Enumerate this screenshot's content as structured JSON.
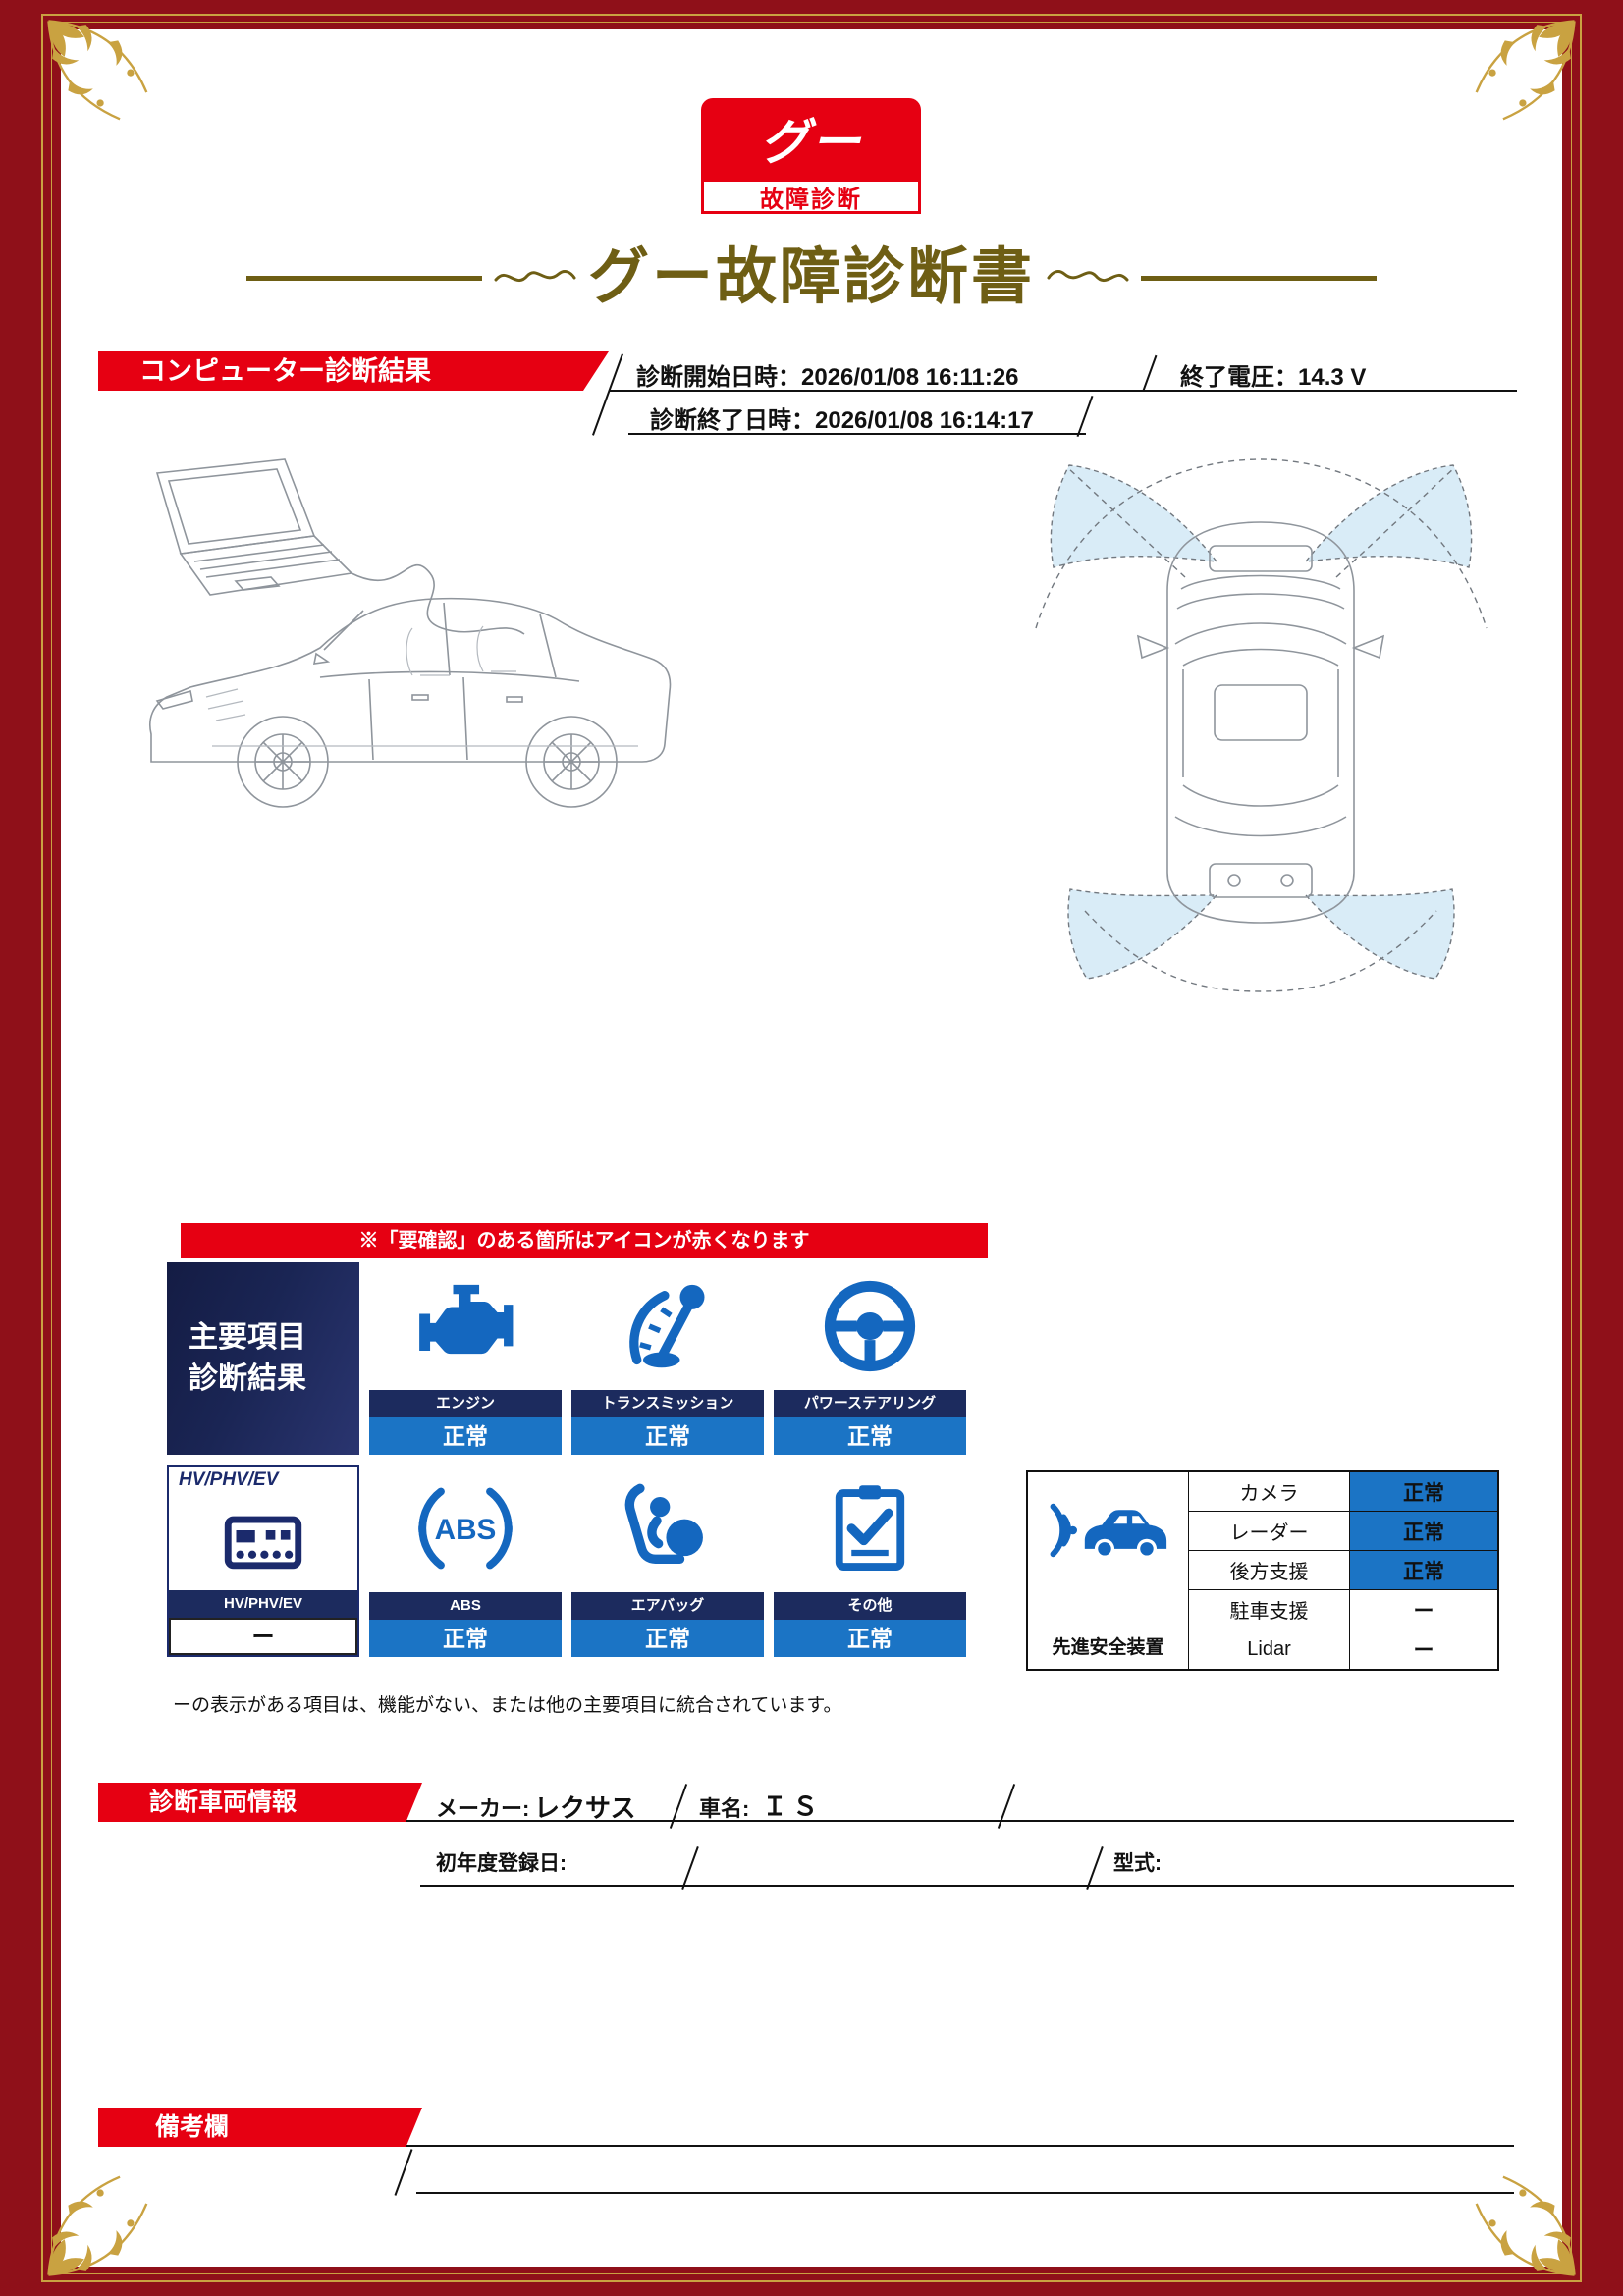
{
  "status_ok_text": "正常",
  "colors": {
    "accent_red": "#e60012",
    "status_blue": "#1b74c5",
    "label_navy": "#1c2b5e",
    "title_gold": "#6e5e14",
    "frame_maroon": "#8f1019",
    "frame_gold": "#c9a241"
  },
  "logo": {
    "top": "グー",
    "bottom": "故障診断"
  },
  "title": "グー故障診断書",
  "diagnosis": {
    "section_title": "コンピューター診断結果",
    "start_label": "診断開始日時：",
    "start_value": "2026/01/08 16:11:26",
    "voltage_label": "終了電圧：",
    "voltage_value": "14.3 V",
    "end_label": "診断終了日時：",
    "end_value": "2026/01/08 16:14:17"
  },
  "notice": "※「要確認」のある箇所はアイコンが赤くなります",
  "main_items": {
    "header_line1": "主要項目",
    "header_line2": "診断結果",
    "cells": [
      {
        "label": "エンジン",
        "status": "正常"
      },
      {
        "label": "トランスミッション",
        "status": "正常"
      },
      {
        "label": "パワーステアリング",
        "status": "正常"
      },
      {
        "header": "HV/PHV/EV",
        "label": "HV/PHV/EV",
        "status": "ー"
      },
      {
        "label": "ABS",
        "status": "正常"
      },
      {
        "label": "エアバッグ",
        "status": "正常"
      },
      {
        "label": "その他",
        "status": "正常"
      }
    ],
    "footnote": "ーの表示がある項目は、機能がない、または他の主要項目に統合されています。"
  },
  "safety": {
    "label": "先進安全装置",
    "rows": [
      {
        "name": "カメラ",
        "status": "正常"
      },
      {
        "name": "レーダー",
        "status": "正常"
      },
      {
        "name": "後方支援",
        "status": "正常"
      },
      {
        "name": "駐車支援",
        "status": "ー"
      },
      {
        "name": "Lidar",
        "status": "ー"
      }
    ]
  },
  "vehicle": {
    "section_title": "診断車両情報",
    "maker_label": "メーカー:",
    "maker_value": "レクサス",
    "car_label": "車名:",
    "car_value": "ＩＳ",
    "reg_label": "初年度登録日:",
    "model_label": "型式:"
  },
  "remarks": {
    "section_title": "備考欄"
  },
  "icons": {
    "engine": "engine-icon",
    "transmission": "gear-shifter-icon",
    "power_steering": "steering-wheel-icon",
    "hv_phv_ev": "ev-unit-icon",
    "abs": "abs-icon",
    "airbag": "airbag-icon",
    "other": "clipboard-check-icon",
    "safety": "car-sensor-icon"
  }
}
